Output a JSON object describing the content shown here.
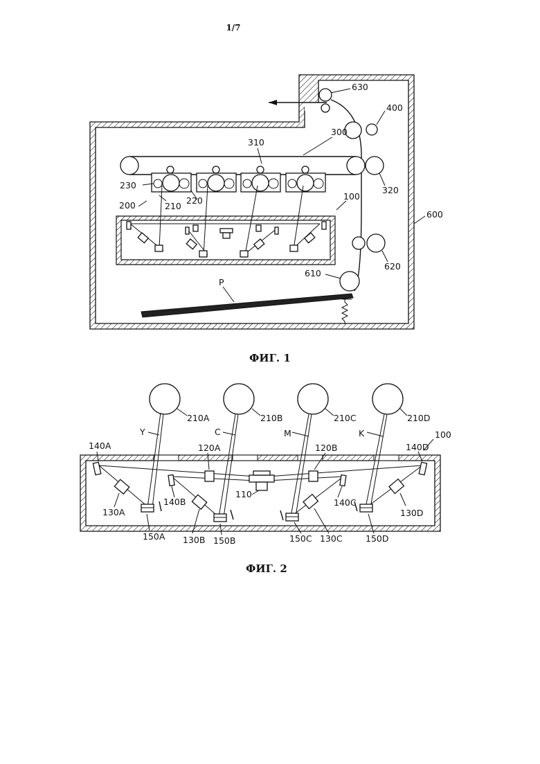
{
  "page": {
    "number": "1/7"
  },
  "fig1": {
    "caption": "ФИГ. 1",
    "labels": {
      "l630": "630",
      "l400": "400",
      "l310": "310",
      "l300": "300",
      "l320": "320",
      "l230": "230",
      "l220": "220",
      "l210": "210",
      "l200": "200",
      "l100": "100",
      "l600": "600",
      "l620": "620",
      "l610": "610",
      "lP": "P"
    }
  },
  "fig2": {
    "caption": "ФИГ. 2",
    "labels": {
      "l210A": "210A",
      "l210B": "210B",
      "l210C": "210C",
      "l210D": "210D",
      "lY": "Y",
      "lC": "C",
      "lM": "M",
      "lK": "K",
      "l100": "100",
      "l140A": "140A",
      "l120A": "120A",
      "l120B": "120B",
      "l140D": "140D",
      "l110": "110",
      "l140B": "140B",
      "l140C": "140C",
      "l130A": "130A",
      "l130D": "130D",
      "l150A": "150A",
      "l130B": "130B",
      "l150B": "150B",
      "l150C": "150C",
      "l130C": "130C",
      "l150D": "150D"
    }
  }
}
